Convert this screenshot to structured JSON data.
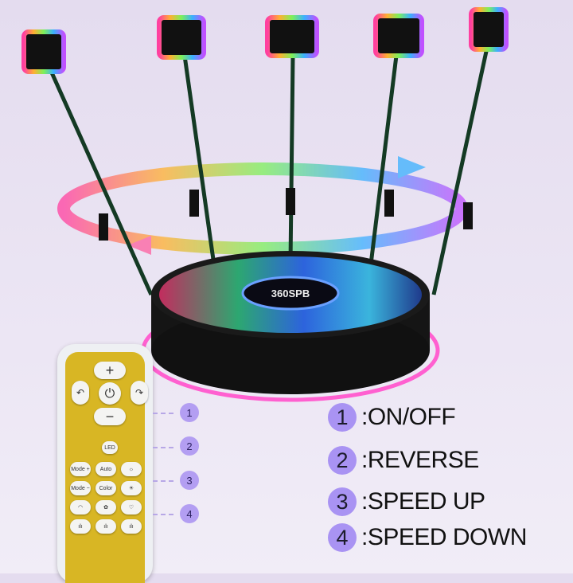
{
  "product_logo": "360SPB",
  "remote": {
    "buttons": {
      "plus": "+",
      "minus": "−",
      "power": "⏻",
      "led": "LED",
      "mode_plus": "Mode +",
      "auto": "Auto",
      "bright_up": "☼",
      "mode_minus": "Mode −",
      "color": "Color",
      "bright_down": "☀",
      "music1": "ılı",
      "music2": "ılı",
      "music3": "ılı"
    },
    "callouts": [
      "1",
      "2",
      "3",
      "4"
    ]
  },
  "legend": [
    {
      "num": "1",
      "label": ":ON/OFF"
    },
    {
      "num": "2",
      "label": ":REVERSE"
    },
    {
      "num": "3",
      "label": ":SPEED UP"
    },
    {
      "num": "4",
      "label": ":SPEED DOWN"
    }
  ],
  "colors": {
    "accent": "#a993f3",
    "remote": "#d8b624",
    "background": "#e8e1f1"
  }
}
